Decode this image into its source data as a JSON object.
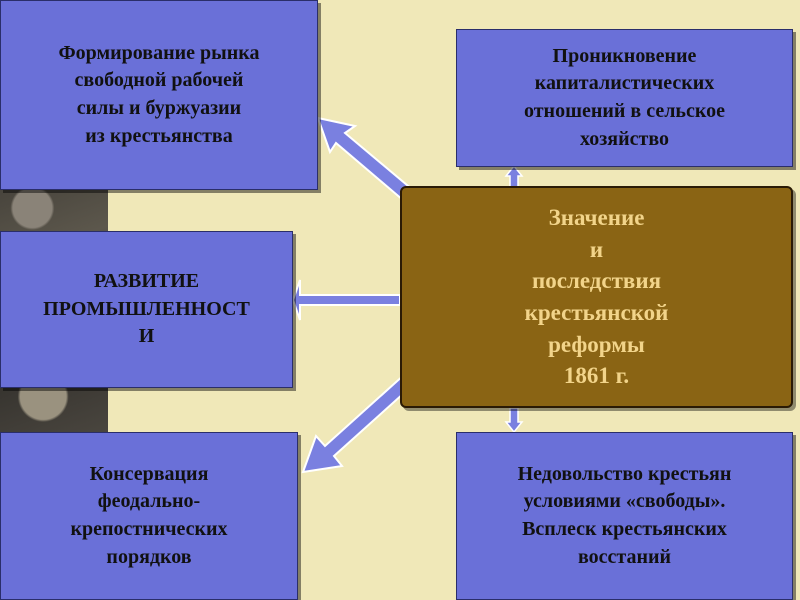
{
  "center": {
    "lines": [
      "Значение",
      "и",
      "последствия",
      "крестьянской",
      "реформы",
      "1861 г."
    ]
  },
  "boxes": {
    "top_left": [
      "Формирование рынка",
      "свободной рабочей",
      "силы и буржуазии",
      "из крестьянства"
    ],
    "top_right": [
      "Проникновение",
      "капиталистических",
      "отношений в сельское",
      "хозяйство"
    ],
    "middle_left": [
      "РАЗВИТИЕ",
      "ПРОМЫШЛЕННОСТ",
      "И"
    ],
    "bottom_left": [
      "Консервация",
      "феодально-",
      "крепостнических",
      "порядков"
    ],
    "bottom_right": [
      "Недовольство крестьян",
      "условиями «свободы».",
      "Всплеск крестьянских",
      "восстаний"
    ]
  },
  "colors": {
    "background": "#f0e8b8",
    "box_fill": "#6a70d8",
    "center_fill": "#8a6414",
    "center_text": "#f2d48a",
    "arrow_fill": "#7a80e0"
  }
}
